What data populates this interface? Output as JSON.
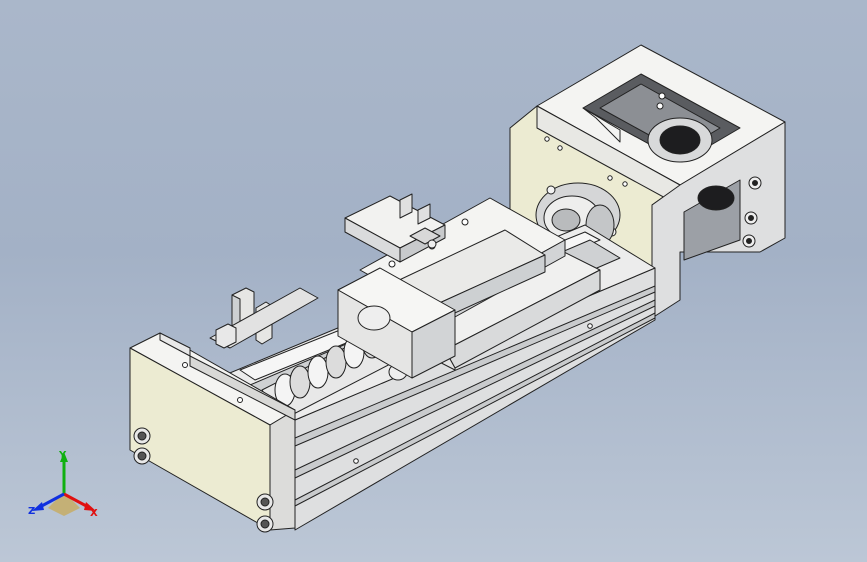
{
  "viewport": {
    "background_top": "#aab7ca",
    "background_bottom": "#bcc7d6"
  },
  "model": {
    "colors": {
      "face_light": "#f4f4f2",
      "face_mid": "#dedfe0",
      "face_dark": "#b9bbbd",
      "ivory": "#ecebd2",
      "outline": "#222222"
    }
  },
  "triad": {
    "x_label": "X",
    "y_label": "Y",
    "z_label": "Z",
    "x_color": "#e01010",
    "y_color": "#10b010",
    "z_color": "#1030e0"
  }
}
